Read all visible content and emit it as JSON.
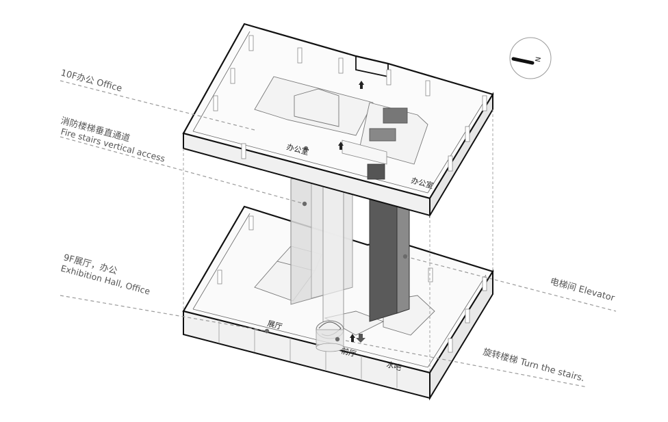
{
  "labels": {
    "floor10": "10F办公 Office",
    "fire_stairs_cn": "消防楼梯垂直通道",
    "fire_stairs_en": "Fire stairs vertical access",
    "floor9_cn": "9F展厅，办公",
    "floor9_en": "Exhibition Hall, Office",
    "elevator": "电梯间 Elevator",
    "spiral_stairs": "旋转楼梯 Turn the stairs."
  },
  "rooms": {
    "office_1": "办公室",
    "office_2": "办公室",
    "exhibition": "展厅",
    "lobby": "前厅",
    "water_bar": "水吧"
  },
  "compass": {
    "letter": "N",
    "icon": "north-arrow-icon"
  },
  "colors": {
    "outline": "#111111",
    "leader": "#9a9a9a",
    "core_dark": "#5a5a5a",
    "core_light": "#d9d9d9",
    "room_fill": "#f3f3f3",
    "dot": "#707070"
  }
}
